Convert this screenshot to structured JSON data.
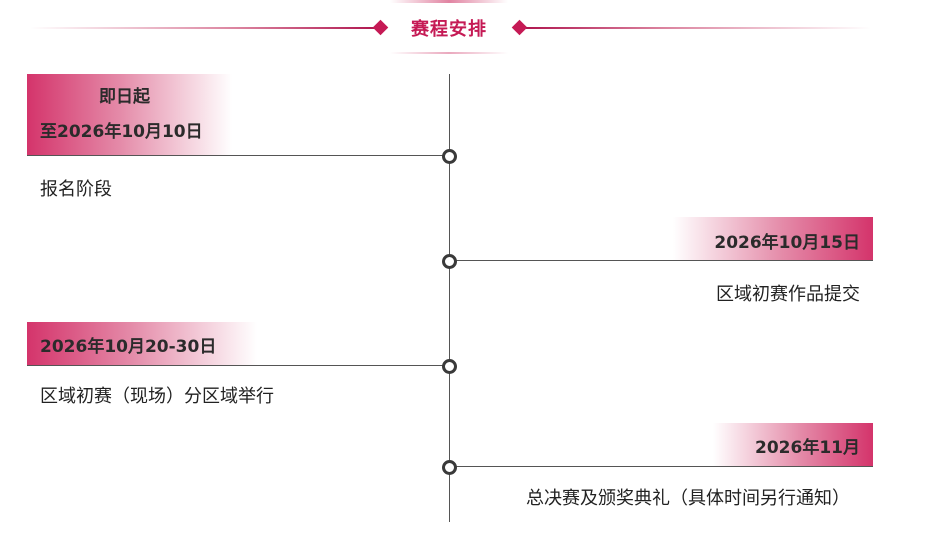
{
  "header": {
    "title": "赛程安排",
    "accent_color": "#c51a55",
    "icons": [
      "diamond-left-icon",
      "diamond-right-icon"
    ]
  },
  "timeline": {
    "node_color": "#3a3a3a",
    "events": [
      {
        "side": "left",
        "date_line1": "即日起",
        "date_line2": "至2026年10月10日",
        "description": "报名阶段"
      },
      {
        "side": "right",
        "date": "2026年10月15日",
        "description": "区域初赛作品提交"
      },
      {
        "side": "left",
        "date": "2026年10月20-30日",
        "description": "区域初赛（现场）分区域举行"
      },
      {
        "side": "right",
        "date": "2026年11月",
        "description": "总决赛及颁奖典礼（具体时间另行通知）"
      }
    ]
  }
}
